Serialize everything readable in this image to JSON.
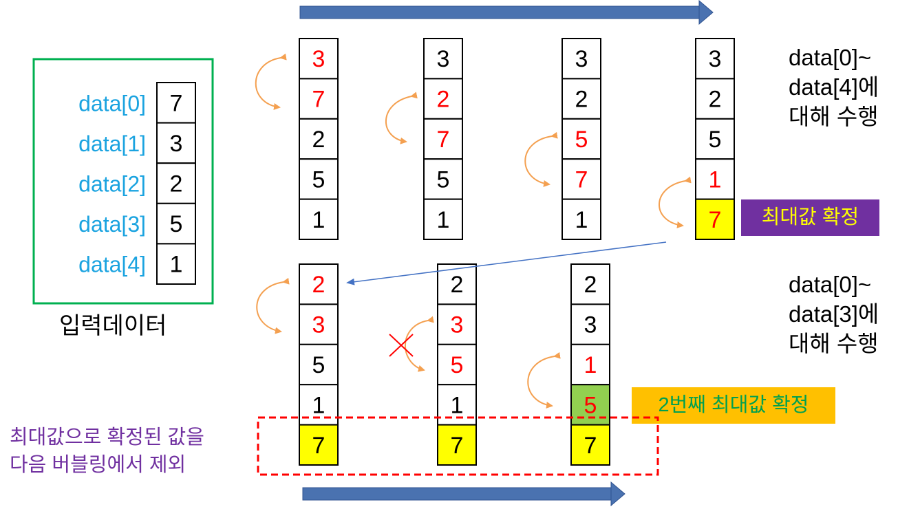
{
  "input": {
    "labels": [
      "data[0]",
      "data[1]",
      "data[2]",
      "data[3]",
      "data[4]"
    ],
    "values": [
      "7",
      "3",
      "2",
      "5",
      "1"
    ],
    "caption": "입력데이터"
  },
  "pass1": {
    "note_lines": [
      "data[0]~",
      "data[4]에",
      "대해 수행"
    ],
    "badge": "최대값 확정",
    "columns": [
      {
        "values": [
          "3",
          "7",
          "2",
          "5",
          "1"
        ],
        "red": [
          0,
          1
        ],
        "yellow": []
      },
      {
        "values": [
          "3",
          "2",
          "7",
          "5",
          "1"
        ],
        "red": [
          1,
          2
        ],
        "yellow": []
      },
      {
        "values": [
          "3",
          "2",
          "5",
          "7",
          "1"
        ],
        "red": [
          2,
          3
        ],
        "yellow": []
      },
      {
        "values": [
          "3",
          "2",
          "5",
          "1",
          "7"
        ],
        "red": [
          3,
          4
        ],
        "yellow": [
          4
        ]
      }
    ]
  },
  "pass2": {
    "note_lines": [
      "data[0]~",
      "data[3]에",
      "대해 수행"
    ],
    "badge": "2번째 최대값 확정",
    "columns": [
      {
        "values": [
          "2",
          "3",
          "5",
          "1",
          "7"
        ],
        "red": [
          0,
          1
        ],
        "yellow": [
          4
        ],
        "green": []
      },
      {
        "values": [
          "2",
          "3",
          "5",
          "1",
          "7"
        ],
        "red": [
          1,
          2
        ],
        "yellow": [
          4
        ],
        "green": []
      },
      {
        "values": [
          "2",
          "3",
          "1",
          "5",
          "7"
        ],
        "red": [
          2,
          3
        ],
        "yellow": [
          4
        ],
        "green": [
          3
        ]
      }
    ]
  },
  "exclude_note": [
    "최대값으로 확정된 값을",
    "다음 버블링에서 제외"
  ],
  "colors": {
    "label_blue": "#1aa3e0",
    "red": "#ff0000",
    "yellow": "#ffff00",
    "green": "#92d050",
    "purple": "#7030a0",
    "orange_badge": "#ffc000",
    "arrow_orange": "#f4a050",
    "arrow_blue": "#4472c4",
    "frame_green": "#00b050"
  }
}
